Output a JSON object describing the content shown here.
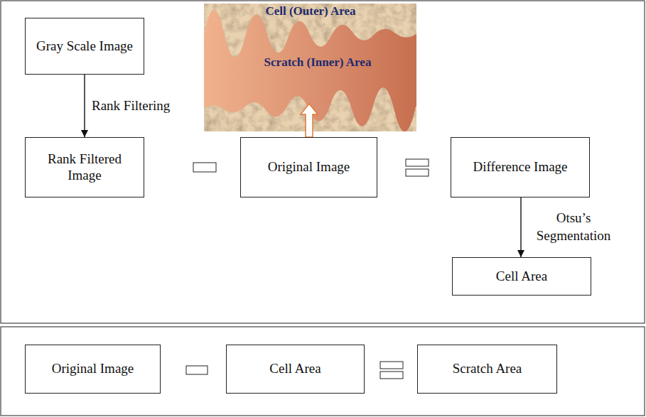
{
  "diagram": {
    "nodes": [
      {
        "text": [
          "Gray Scale Image"
        ]
      },
      {
        "text": [
          "Rank Filtered Image"
        ]
      },
      {
        "text": [
          "Original Image"
        ]
      },
      {
        "text": [
          "Difference Image"
        ]
      },
      {
        "text": [
          "Cell Area"
        ]
      },
      {
        "text": [
          "Original Image"
        ]
      },
      {
        "text": [
          "Cell Area"
        ]
      },
      {
        "text": [
          "Scratch Area"
        ]
      }
    ],
    "edges": [
      {
        "from": 0,
        "to": 1,
        "arrow": "to",
        "label": "Rank Filtering"
      },
      {
        "from": 3,
        "to": 4,
        "arrow": "to",
        "label": "Otsu’s Segmentation"
      }
    ],
    "labels": [
      "Cell (Outer) Area",
      "Scratch (Inner) Area"
    ]
  }
}
